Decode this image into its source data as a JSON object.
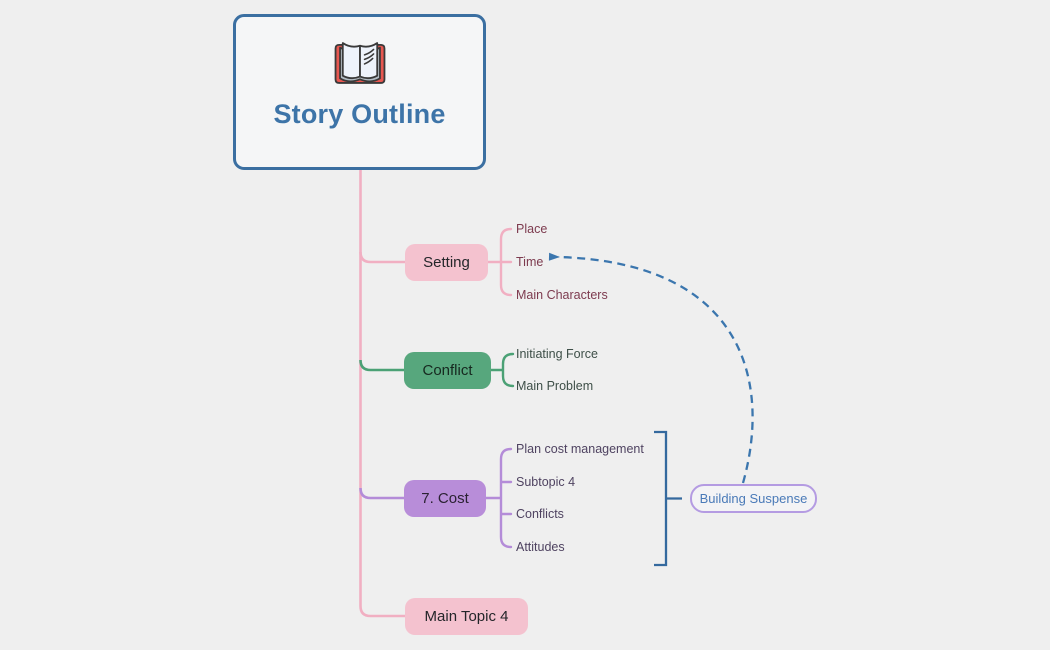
{
  "app": {
    "background_color": "#efefef"
  },
  "root": {
    "label": "Story Outline",
    "icon": "open-book",
    "border_color": "#3b6fa1",
    "text_color": "#3d74a8"
  },
  "topics": [
    {
      "label": "Setting",
      "fill": "#f4c2cf",
      "line_color": "#f1afc2",
      "children_text_color": "#7d3b4f",
      "children": [
        "Place",
        "Time",
        "Main Characters"
      ]
    },
    {
      "label": "Conflict",
      "fill": "#57a77d",
      "line_color": "#4ba175",
      "children_text_color": "#3e4f48",
      "children": [
        "Initiating Force",
        "Main Problem"
      ]
    },
    {
      "label": "7. Cost",
      "fill": "#b88dd9",
      "line_color": "#b48cd8",
      "children_text_color": "#4f4361",
      "children": [
        "Plan cost management",
        "Subtopic 4",
        "Conflicts",
        "Attitudes"
      ]
    },
    {
      "label": "Main Topic 4",
      "fill": "#f4c2cf",
      "line_color": "#f1afc2",
      "children": []
    }
  ],
  "floating_topic": {
    "label": "Building Suspense",
    "border_color": "#b49be2",
    "text_color": "#4a7ab8"
  },
  "relationship": {
    "from": "Building Suspense",
    "to": "Time",
    "line_style": "dashed",
    "color": "#3b76ae"
  },
  "boundary": {
    "around_children_of": "7. Cost",
    "grouped_children": [
      "Plan cost management",
      "Subtopic 4",
      "Conflicts",
      "Attitudes"
    ],
    "color": "#34699e"
  }
}
